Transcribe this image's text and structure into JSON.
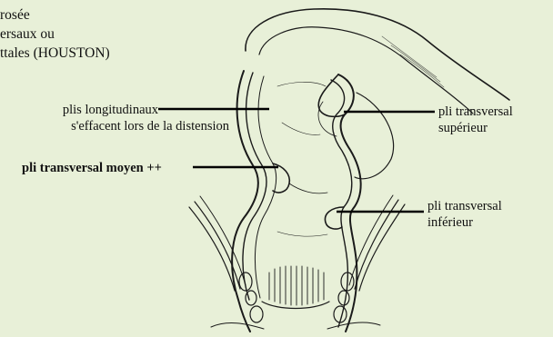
{
  "heading": {
    "line1": "rosée",
    "line2": "ersaux ou",
    "line3": "ttales (HOUSTON)"
  },
  "labels": {
    "longitudinaux_line1": "plis longitudinaux",
    "longitudinaux_line2": "s'effacent lors de la distension",
    "moyen": "pli transversal moyen ++",
    "superieur_line1": "pli transversal",
    "superieur_line2": "supérieur",
    "inferieur_line1": "pli transversal",
    "inferieur_line2": "inférieur"
  },
  "colors": {
    "background": "#e8f0d8",
    "ink": "#111111"
  }
}
